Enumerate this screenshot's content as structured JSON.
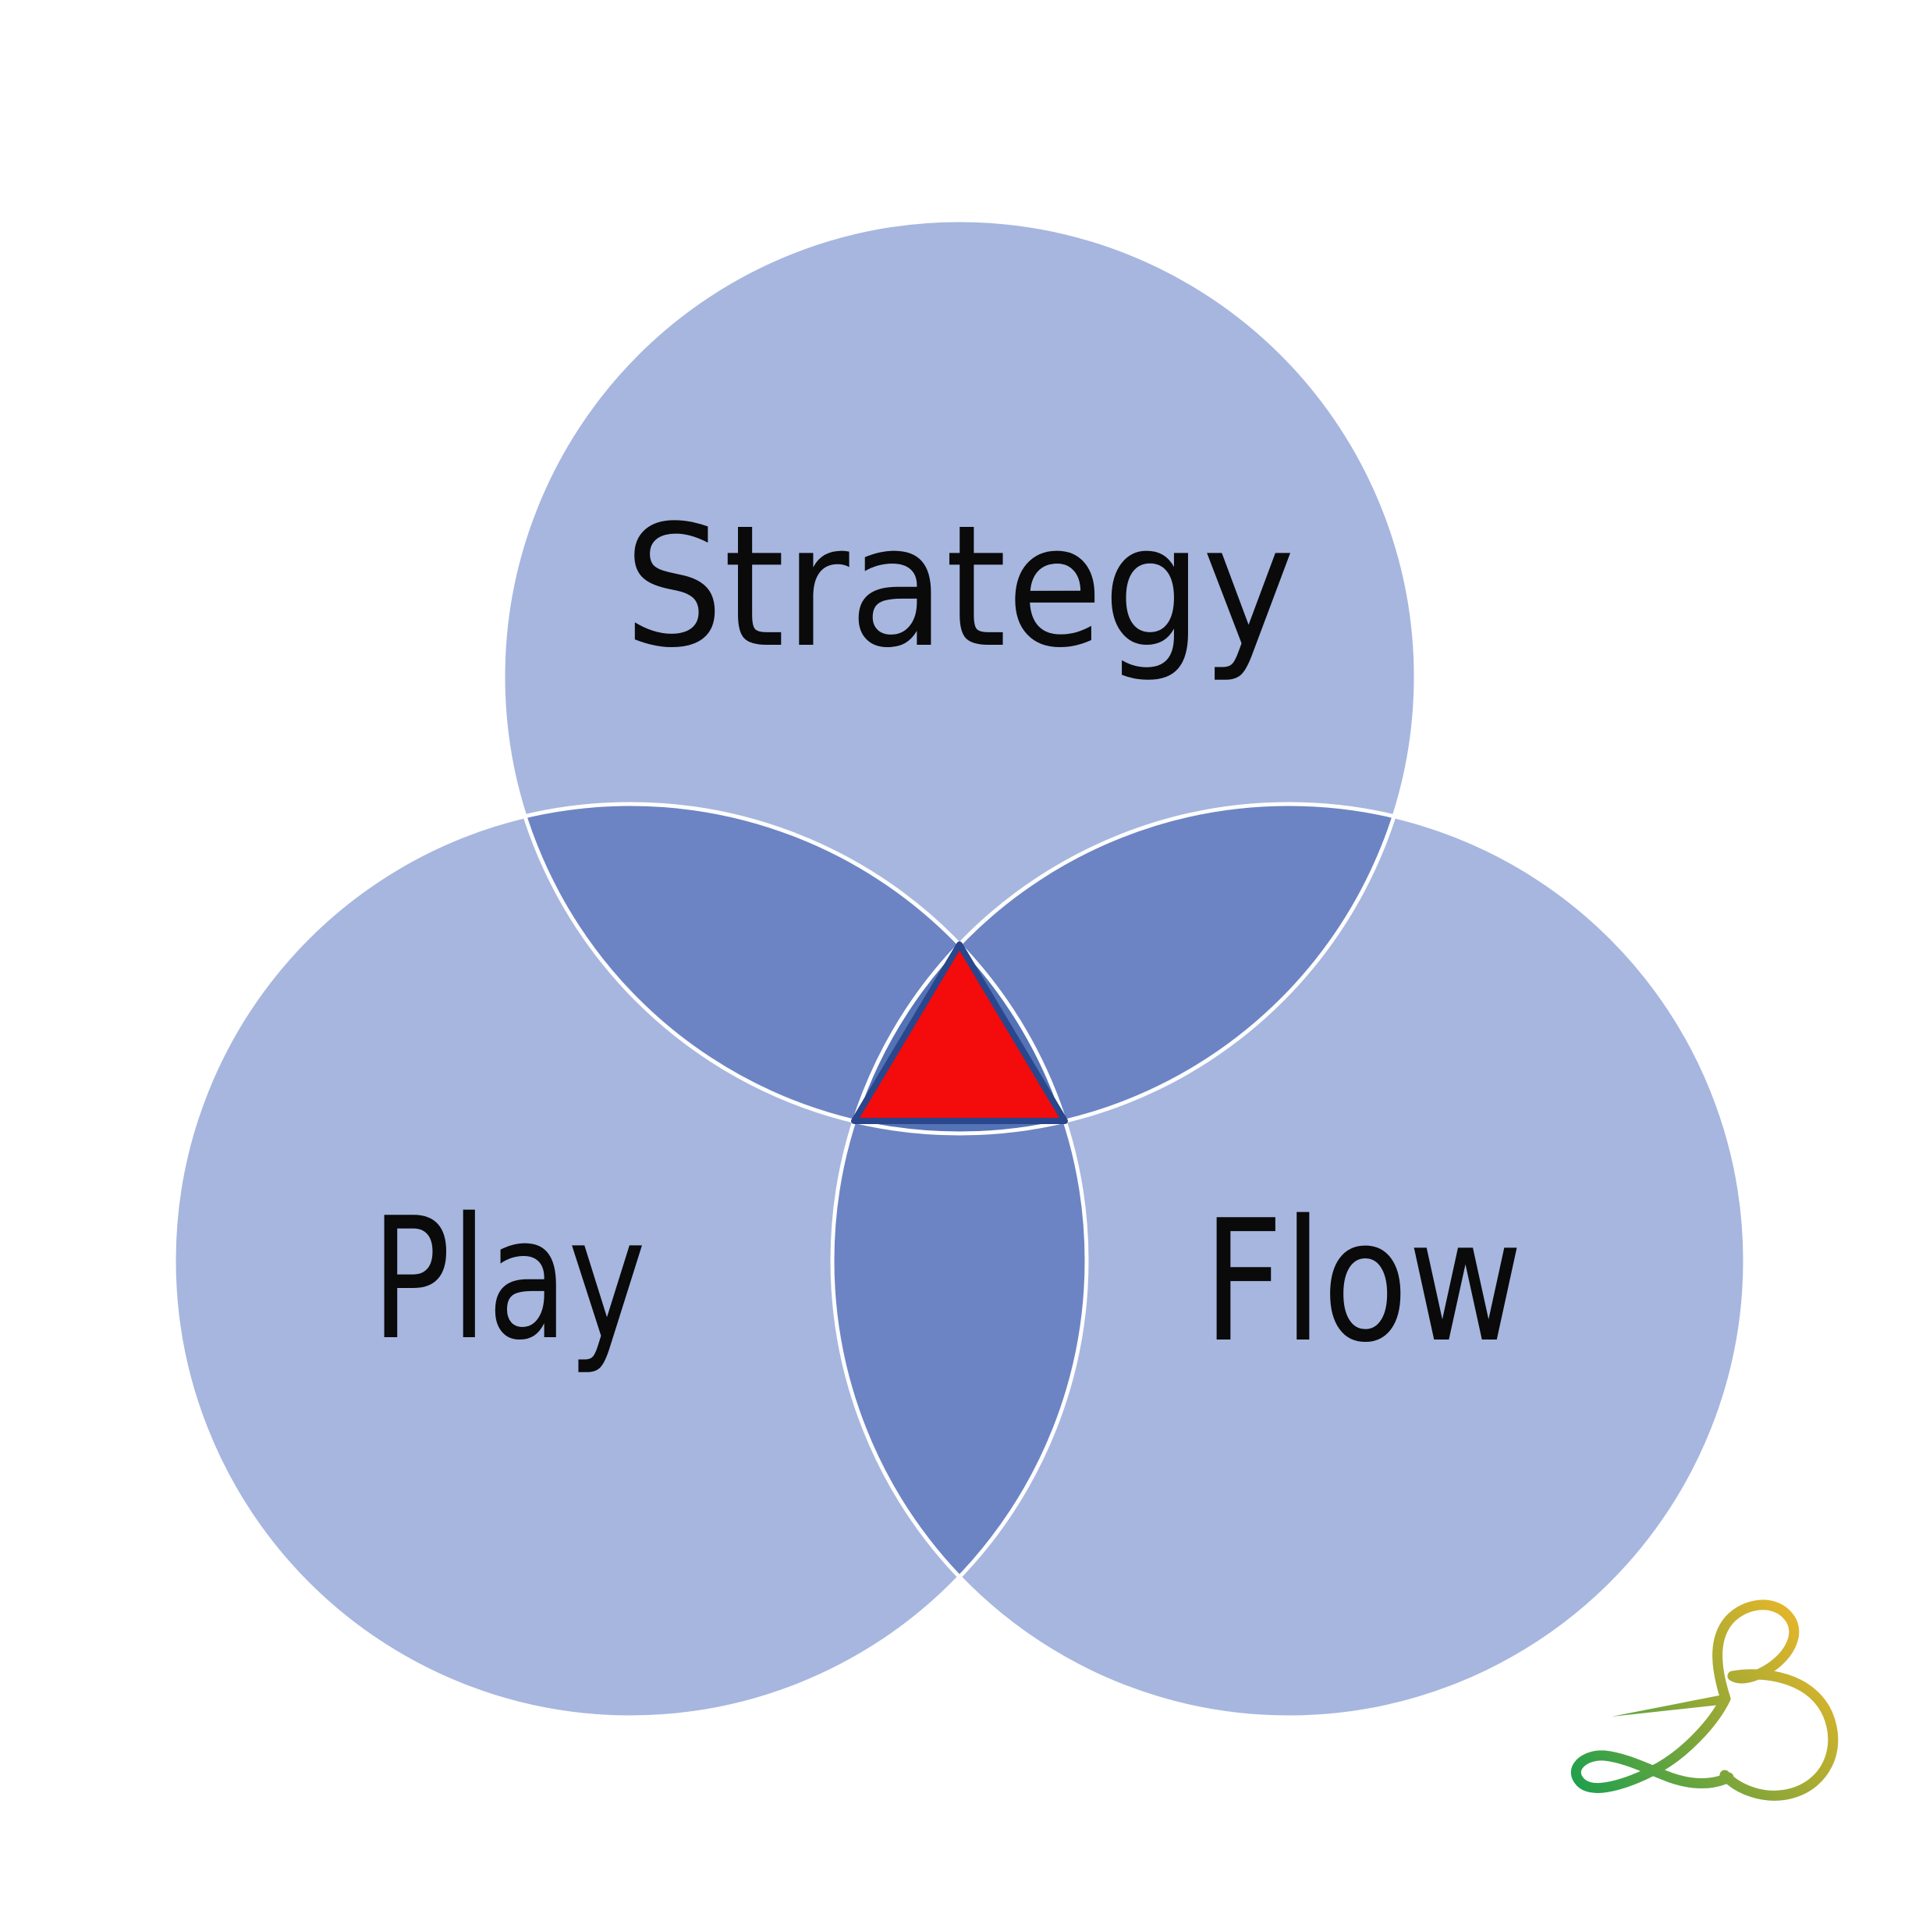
{
  "page": {
    "background": "#FFFFFF"
  },
  "venn": {
    "labels": {
      "top": "Strategy",
      "bottom_left": "Play",
      "bottom_right": "Flow"
    },
    "colors": {
      "circle_fill": "#A6B6DF",
      "pair_overlap_fill": "#6C84C3",
      "triple_overlap_fill": "#5472B6",
      "circle_outline": "#FFFFFF",
      "triangle_fill": "#F40B0B",
      "triangle_outline": "#2A468C",
      "label_color": "#0A0A0A"
    }
  },
  "logo": {
    "name": "script-b-monogram",
    "gradient_start": "#21A04C",
    "gradient_mid": "#8FA737",
    "gradient_end": "#E7B62A"
  },
  "chart_data": {
    "type": "venn-diagram",
    "sets": [
      "Strategy",
      "Play",
      "Flow"
    ],
    "overlaps": [
      "Strategy+Play",
      "Strategy+Flow",
      "Play+Flow",
      "Strategy+Play+Flow"
    ],
    "annotations": [
      "red triangle marker highlighting the center intersection of all three sets"
    ],
    "legend_position": "none",
    "grid": false
  }
}
